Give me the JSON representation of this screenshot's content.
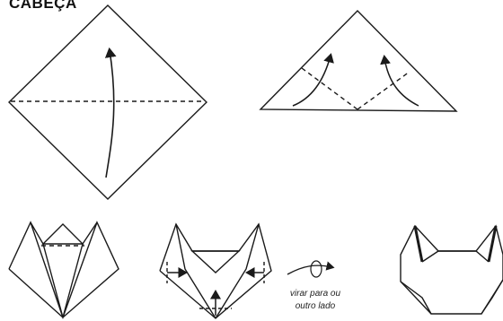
{
  "title": "CABEÇA",
  "flip_note": {
    "line1": "virar para ou",
    "line2": "outro lado"
  },
  "steps": [
    {
      "name": "square-with-diagonal-fold"
    },
    {
      "name": "folded-triangle-with-ears"
    },
    {
      "name": "ears-folded-up"
    },
    {
      "name": "fold-tips-sides"
    },
    {
      "name": "finished-cat-head"
    }
  ],
  "colors": {
    "line": "#1a1a1a",
    "background": "#ffffff"
  }
}
